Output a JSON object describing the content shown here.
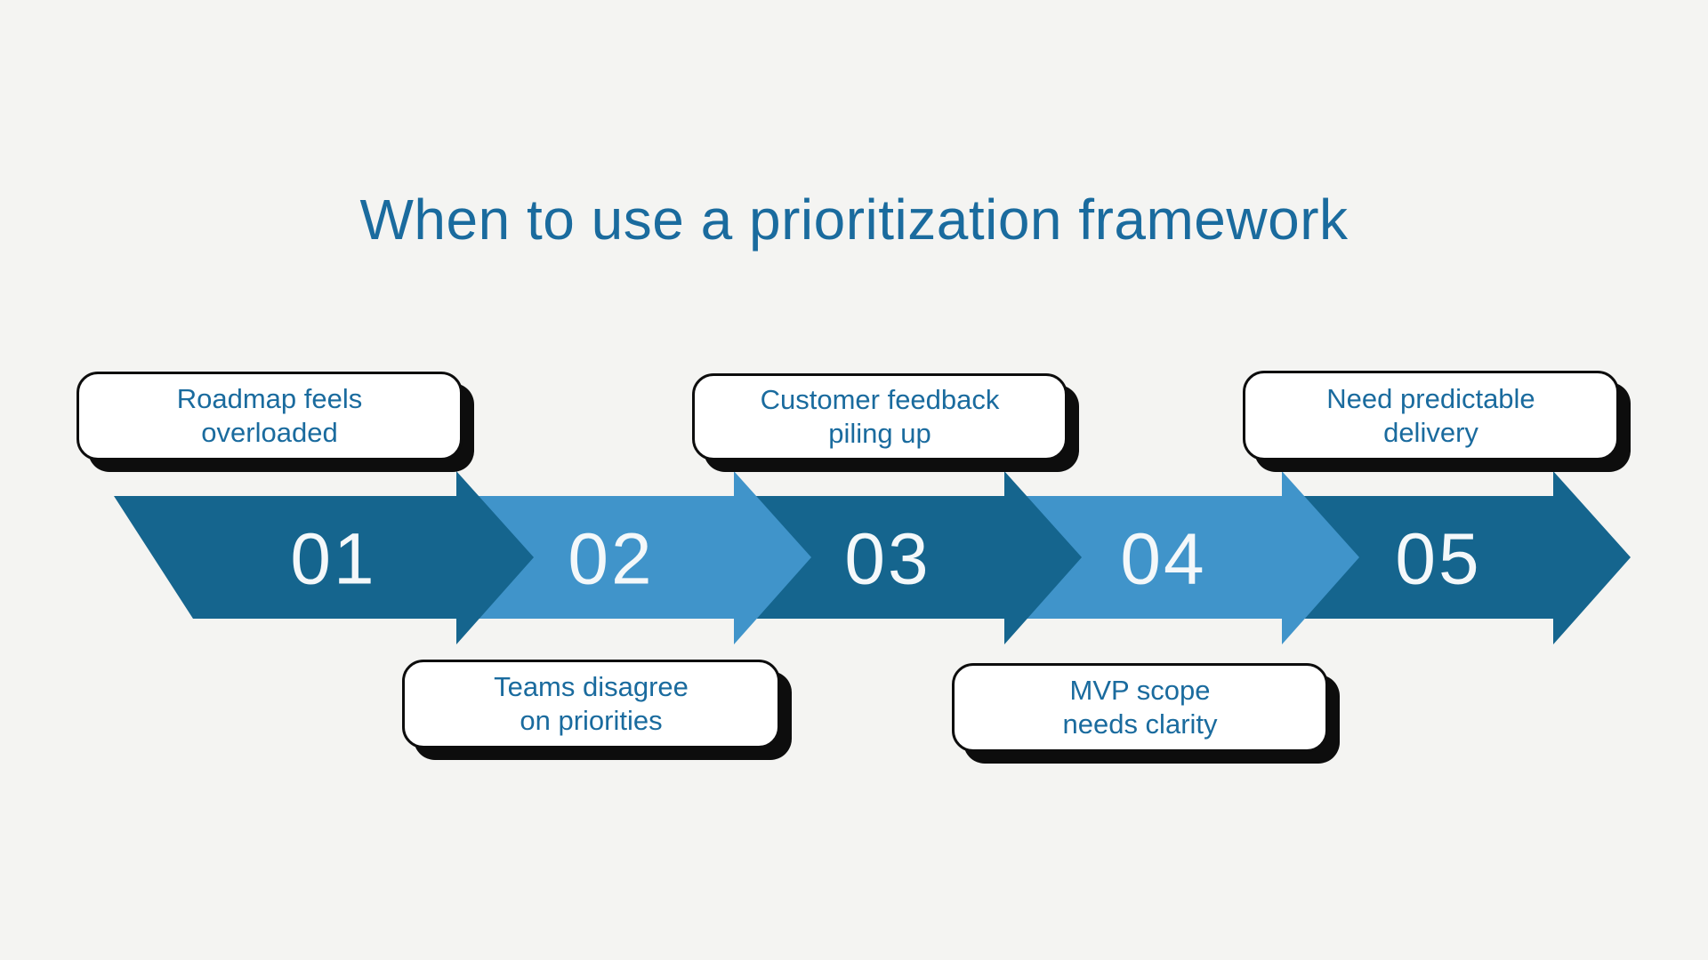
{
  "page": {
    "title": "When to use a prioritization framework"
  },
  "colors": {
    "page_background": "#f4f4f2",
    "title_text": "#1a6b9e",
    "dark_arrow": "#15658e",
    "light_arrow": "#4094ca",
    "number_text": "#f4f8fa",
    "box_background": "#ffffff",
    "box_border": "#0d0d0d",
    "box_text": "#1a6b9e"
  },
  "steps": [
    {
      "number": "01",
      "shade": "dark",
      "label_position": "above",
      "label_line1": "Roadmap feels",
      "label_line2": "overloaded"
    },
    {
      "number": "02",
      "shade": "light",
      "label_position": "below",
      "label_line1": "Teams disagree",
      "label_line2": "on priorities"
    },
    {
      "number": "03",
      "shade": "dark",
      "label_position": "above",
      "label_line1": "Customer feedback",
      "label_line2": "piling up"
    },
    {
      "number": "04",
      "shade": "light",
      "label_position": "below",
      "label_line1": "MVP scope",
      "label_line2": "needs clarity"
    },
    {
      "number": "05",
      "shade": "dark",
      "label_position": "above",
      "label_line1": "Need predictable",
      "label_line2": "delivery"
    }
  ]
}
